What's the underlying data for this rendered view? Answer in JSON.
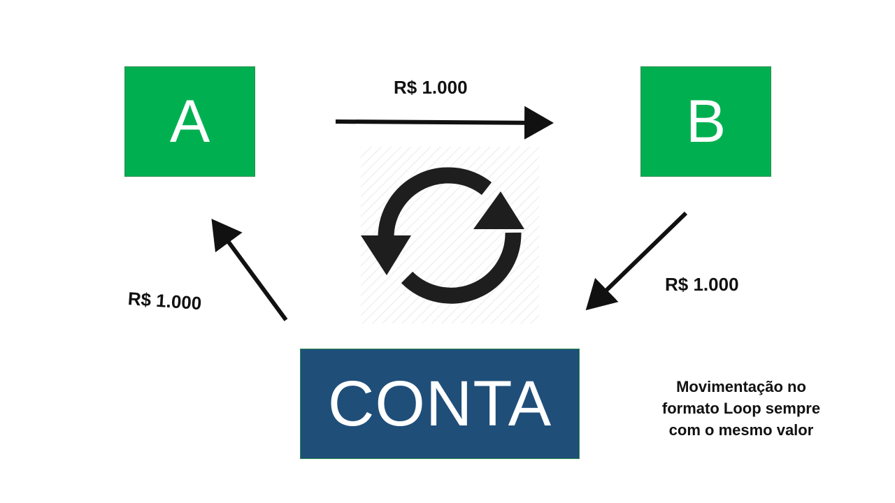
{
  "nodes": {
    "a": "A",
    "b": "B",
    "conta": "CONTA"
  },
  "edges": [
    {
      "from": "A",
      "to": "B",
      "label": "R$ 1.000"
    },
    {
      "from": "B",
      "to": "CONTA",
      "label": "R$ 1.000"
    },
    {
      "from": "CONTA",
      "to": "A",
      "label": "R$ 1.000"
    }
  ],
  "note": {
    "line1": "Movimentação no",
    "line2": "formato Loop sempre",
    "line3": "com o mesmo valor"
  },
  "icons": {
    "center": "refresh-loop-icon"
  },
  "colors": {
    "node_green": "#00b050",
    "node_blue": "#1f4e79",
    "arrow": "#111111"
  }
}
